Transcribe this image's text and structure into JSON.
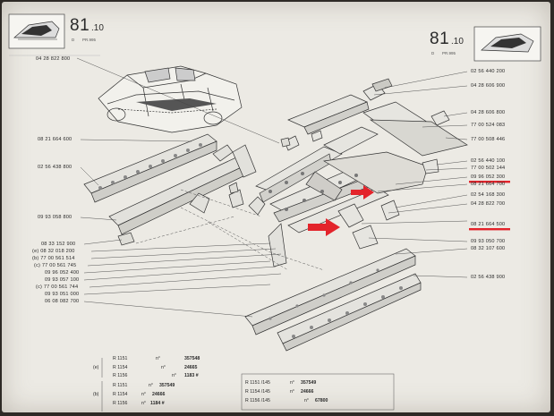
{
  "header": {
    "section_left": "81",
    "sub_left": ".10",
    "ref_left_prefix": "D",
    "ref_left": "PR.995",
    "section_right": "81",
    "sub_right": ".10",
    "ref_right_prefix": "D",
    "ref_right": "PR.995"
  },
  "part_numbers_left": [
    "04 28 822 800",
    "08 21 664 600",
    "02 56 438 800",
    "09 93 058 800",
    "08 33 152 900",
    "(e) 08 32 018 200",
    "(b) 77 00 561 514",
    "(c) 77 00 561 745",
    "09 96 052 400",
    "09 93 057 100",
    "(c) 77 00 561 744",
    "09 93 051 000",
    "06 08 082 700"
  ],
  "part_numbers_right": [
    "02 56 440 200",
    "04 28 606 900",
    "04 28 606 800",
    "77 00 524 083",
    "77 00 508 446",
    "02 56 440 100",
    "77 00 502 144",
    "09 96 052 300",
    "08 21 664 700",
    "02 54 168 300",
    "04 28 822 700",
    "08 21 664 500",
    "09 93 050 700",
    "08 32 107 600",
    "02 56 438 900"
  ],
  "notes_left": {
    "row1": {
      "prefix": "",
      "model": "R 1151",
      "text": "n°",
      "num": "357548"
    },
    "row2": {
      "prefix": "(e)",
      "model": "R 1154",
      "text": "n°",
      "num": "24665"
    },
    "row3": {
      "prefix": "",
      "model": "R 1156",
      "text": "n°",
      "num": "1183 #"
    },
    "row4": {
      "prefix": "",
      "model": "R 1151",
      "text": "n°",
      "num": "357549"
    },
    "row5": {
      "prefix": "(b)",
      "model": "R 1154",
      "text": "n°",
      "num": "24666"
    },
    "row6": {
      "prefix": "",
      "model": "R 1156",
      "text": "n°",
      "num": "1184 #"
    }
  },
  "notes_right": {
    "row1": {
      "model": "R 1151 /145",
      "text": "n°",
      "num": "357549"
    },
    "row2": {
      "model": "R 1154 /145",
      "text": "n°",
      "num": "24666"
    },
    "row3": {
      "model": "R 1156 /145",
      "text": "n°",
      "num": "67800"
    }
  },
  "highlight_color": "#e3242b"
}
